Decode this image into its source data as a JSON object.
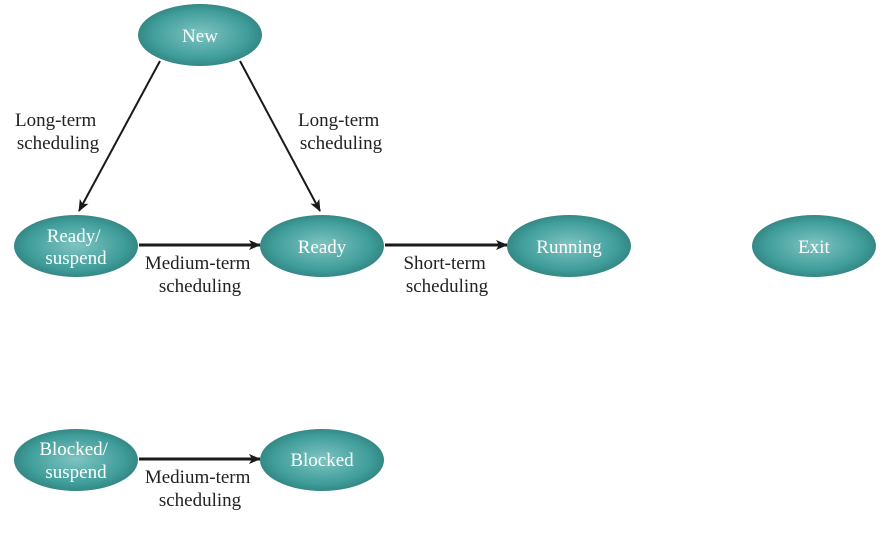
{
  "diagram": {
    "nodes": {
      "new": {
        "lines": [
          "New"
        ]
      },
      "ready_suspend": {
        "lines": [
          "Ready/",
          "suspend"
        ]
      },
      "ready": {
        "lines": [
          "Ready"
        ]
      },
      "running": {
        "lines": [
          "Running"
        ]
      },
      "exit": {
        "lines": [
          "Exit"
        ]
      },
      "blocked_suspend": {
        "lines": [
          "Blocked/",
          "suspend"
        ]
      },
      "blocked": {
        "lines": [
          "Blocked"
        ]
      }
    },
    "edges": {
      "new_to_ready_suspend": {
        "from": "new",
        "to": "ready_suspend",
        "lines": [
          "Long-term",
          "scheduling"
        ]
      },
      "new_to_ready": {
        "from": "new",
        "to": "ready",
        "lines": [
          "Long-term",
          "scheduling"
        ]
      },
      "ready_suspend_to_ready": {
        "from": "ready_suspend",
        "to": "ready",
        "lines": [
          "Medium-term",
          "scheduling"
        ]
      },
      "ready_to_running": {
        "from": "ready",
        "to": "running",
        "lines": [
          "Short-term",
          "scheduling"
        ]
      },
      "blocked_suspend_to_blocked": {
        "from": "blocked_suspend",
        "to": "blocked",
        "lines": [
          "Medium-term",
          "scheduling"
        ]
      }
    },
    "colors": {
      "node_fill_light": "#7fc4c2",
      "node_fill_mid": "#3f9d9a",
      "node_fill_dark": "#2a7572",
      "node_text": "#ffffff",
      "edge_stroke": "#1a1a1a",
      "label_text": "#222222"
    }
  }
}
